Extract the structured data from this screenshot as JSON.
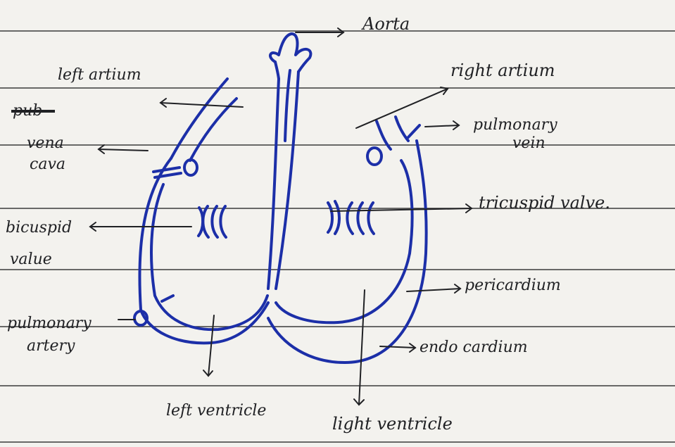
{
  "page": {
    "paper_color": "#f3f2ee",
    "rule_color": "#3a3a3a",
    "ink_color": "#1c2fa8",
    "pencil_color": "#202124"
  },
  "labels": {
    "aorta": "Aorta",
    "left_atrium": "left artium",
    "crossed_out": "pub",
    "vena_cava_1": "vena",
    "vena_cava_2": "cava",
    "bicuspid_1": "bicuspid",
    "bicuspid_2": "value",
    "pulmonary_artery_1": "pulmonary",
    "pulmonary_artery_2": "artery",
    "right_atrium": "right artium",
    "pulmonary_vein_1": "pulmonary",
    "pulmonary_vein_2": "vein",
    "tricuspid": "tricuspid valve.",
    "pericardium": "pericardium",
    "endocardium": "endo cardium",
    "left_ventricle": "left ventricle",
    "right_ventricle": "light ventricle"
  }
}
